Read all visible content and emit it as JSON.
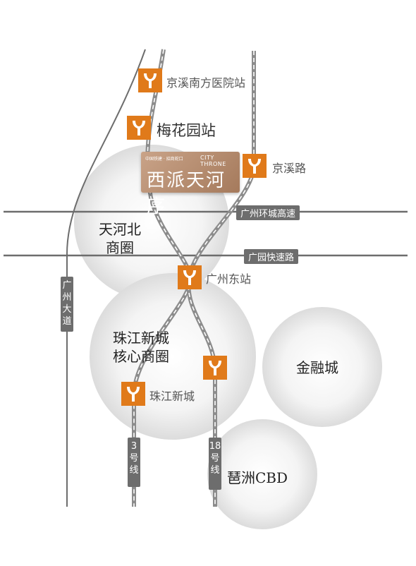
{
  "project": {
    "small_text": "中国铁建 · 招商蛇口",
    "en_name": "CITY THRONE",
    "cn_name": "西派天河序"
  },
  "stations": {
    "jingxi_nanfang": "京溪南方医院站",
    "meihuayuan": "梅花园站",
    "jingxilu": "京溪路",
    "guangzhou_east": "广州东站",
    "zhujiang_xincheng": "珠江新城"
  },
  "roads": {
    "ring_expressway": "广州环城高速",
    "guangyuan_expressway": "广园快速路",
    "guangzhou_avenue": "广州大道"
  },
  "lines": {
    "line3": "3号线",
    "line18": "18号线"
  },
  "areas": {
    "tianhe_north_l1": "天河北",
    "tianhe_north_l2": "商圈",
    "zjxc_core_l1": "珠江新城",
    "zjxc_core_l2": "核心商圈",
    "finance_city": "金融城",
    "pazhou_cbd": "琶洲CBD"
  },
  "colors": {
    "metro_orange": "#e07a1a",
    "project_brown": "#b58c6e",
    "road_gray": "#6d6d6d"
  },
  "icons": {
    "metro": "metro-station-icon"
  }
}
